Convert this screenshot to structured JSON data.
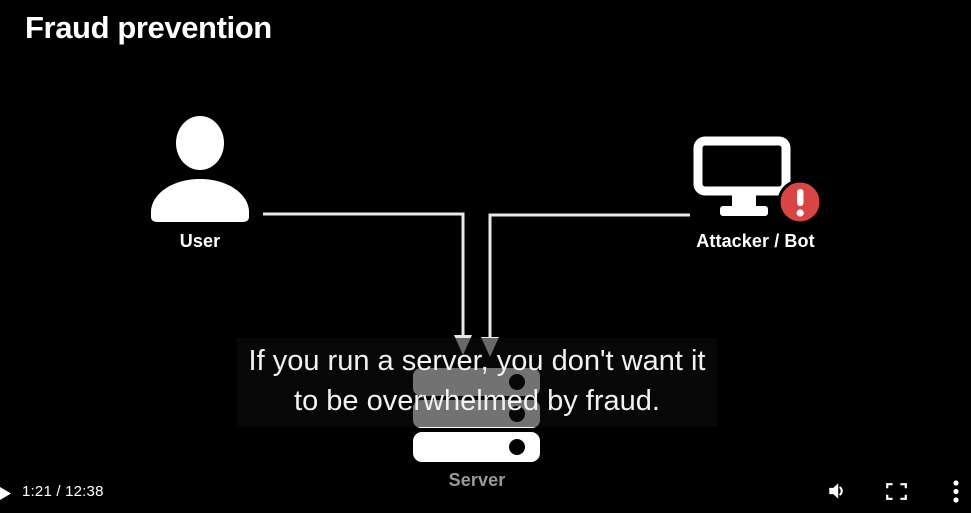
{
  "slide": {
    "title": "Fraud prevention",
    "caption_line1": "If you run a server, you don't want it",
    "caption_line2": "to be overwhelmed by fraud.",
    "nodes": {
      "user": {
        "label": "User",
        "icon": "person-icon"
      },
      "attacker": {
        "label": "Attacker / Bot",
        "icon": "monitor-warning-icon"
      },
      "server": {
        "label": "Server",
        "icon": "server-stack-icon"
      }
    },
    "connectors": [
      {
        "from": "user",
        "to": "server",
        "style": "elbow-arrow-down"
      },
      {
        "from": "attacker",
        "to": "server",
        "style": "elbow-arrow-down"
      }
    ]
  },
  "player": {
    "time_display": "1:21 / 12:38",
    "controls": {
      "play": "play-icon",
      "volume": "volume-icon",
      "fullscreen": "fullscreen-icon",
      "more": "kebab-menu-icon"
    }
  },
  "colors": {
    "background": "#000000",
    "text_primary": "#ffffff",
    "text_muted": "#9a9a9a",
    "warning_red": "#d94545",
    "connector_line": "#e8e8e8"
  }
}
